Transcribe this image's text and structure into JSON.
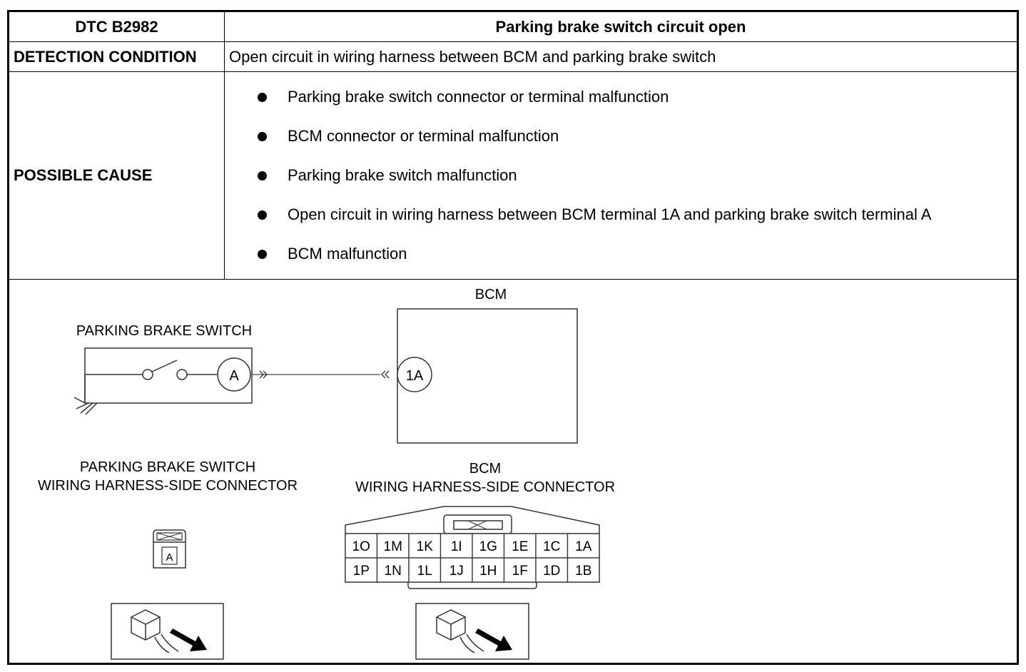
{
  "header": {
    "dtc_code": "DTC B2982",
    "title": "Parking brake switch circuit open"
  },
  "detection": {
    "label": "DETECTION CONDITION",
    "text": "Open circuit in wiring harness between BCM and parking brake switch"
  },
  "possible_cause": {
    "label": "POSSIBLE CAUSE",
    "items": [
      "Parking brake switch connector or terminal malfunction",
      "BCM connector or terminal malfunction",
      "Parking brake switch malfunction",
      "Open circuit in wiring harness between BCM terminal 1A and parking brake switch terminal A",
      "BCM malfunction"
    ]
  },
  "diagram": {
    "bcm_label": "BCM",
    "switch_label": "PARKING BRAKE SWITCH",
    "switch_terminal": "A",
    "bcm_terminal": "1A",
    "switch_connector_title_line1": "PARKING BRAKE SWITCH",
    "switch_connector_title_line2": "WIRING HARNESS-SIDE CONNECTOR",
    "bcm_connector_title_line1": "BCM",
    "bcm_connector_title_line2": "WIRING HARNESS-SIDE CONNECTOR",
    "switch_connector_pin": "A",
    "bcm_pins_row1": [
      "1O",
      "1M",
      "1K",
      "1I",
      "1G",
      "1E",
      "1C",
      "1A"
    ],
    "bcm_pins_row2": [
      "1P",
      "1N",
      "1L",
      "1J",
      "1H",
      "1F",
      "1D",
      "1B"
    ]
  }
}
